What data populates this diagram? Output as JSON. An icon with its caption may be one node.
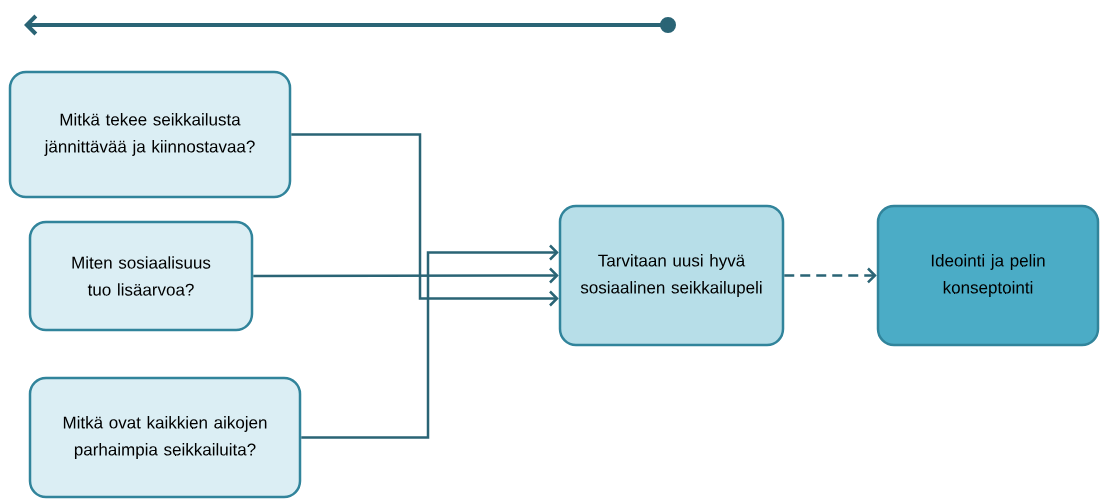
{
  "diagram": {
    "nodes": [
      {
        "text": [
          "Mitkä tekee seikkailusta jännittävää ja kiinnostavaa?"
        ]
      },
      {
        "text": [
          "Miten sosiaalisuus tuo lisäarvoa?"
        ]
      },
      {
        "text": [
          "Mitkä ovat kaikkien aikojen parhaimpia seikkailuita?"
        ]
      },
      {
        "text": [
          "Tarvitaan uusi hyvä sosiaalinen seikkailupeli"
        ]
      },
      {
        "text": [
          "Ideointi ja pelin konseptointi"
        ]
      }
    ],
    "edges": [
      {
        "from": 0,
        "to": 3,
        "arrow": "to"
      },
      {
        "from": 1,
        "to": 3,
        "arrow": "to"
      },
      {
        "from": 2,
        "to": 3,
        "arrow": "to"
      },
      {
        "from": 3,
        "to": 4,
        "arrow": "to",
        "style": "dashed"
      }
    ]
  }
}
